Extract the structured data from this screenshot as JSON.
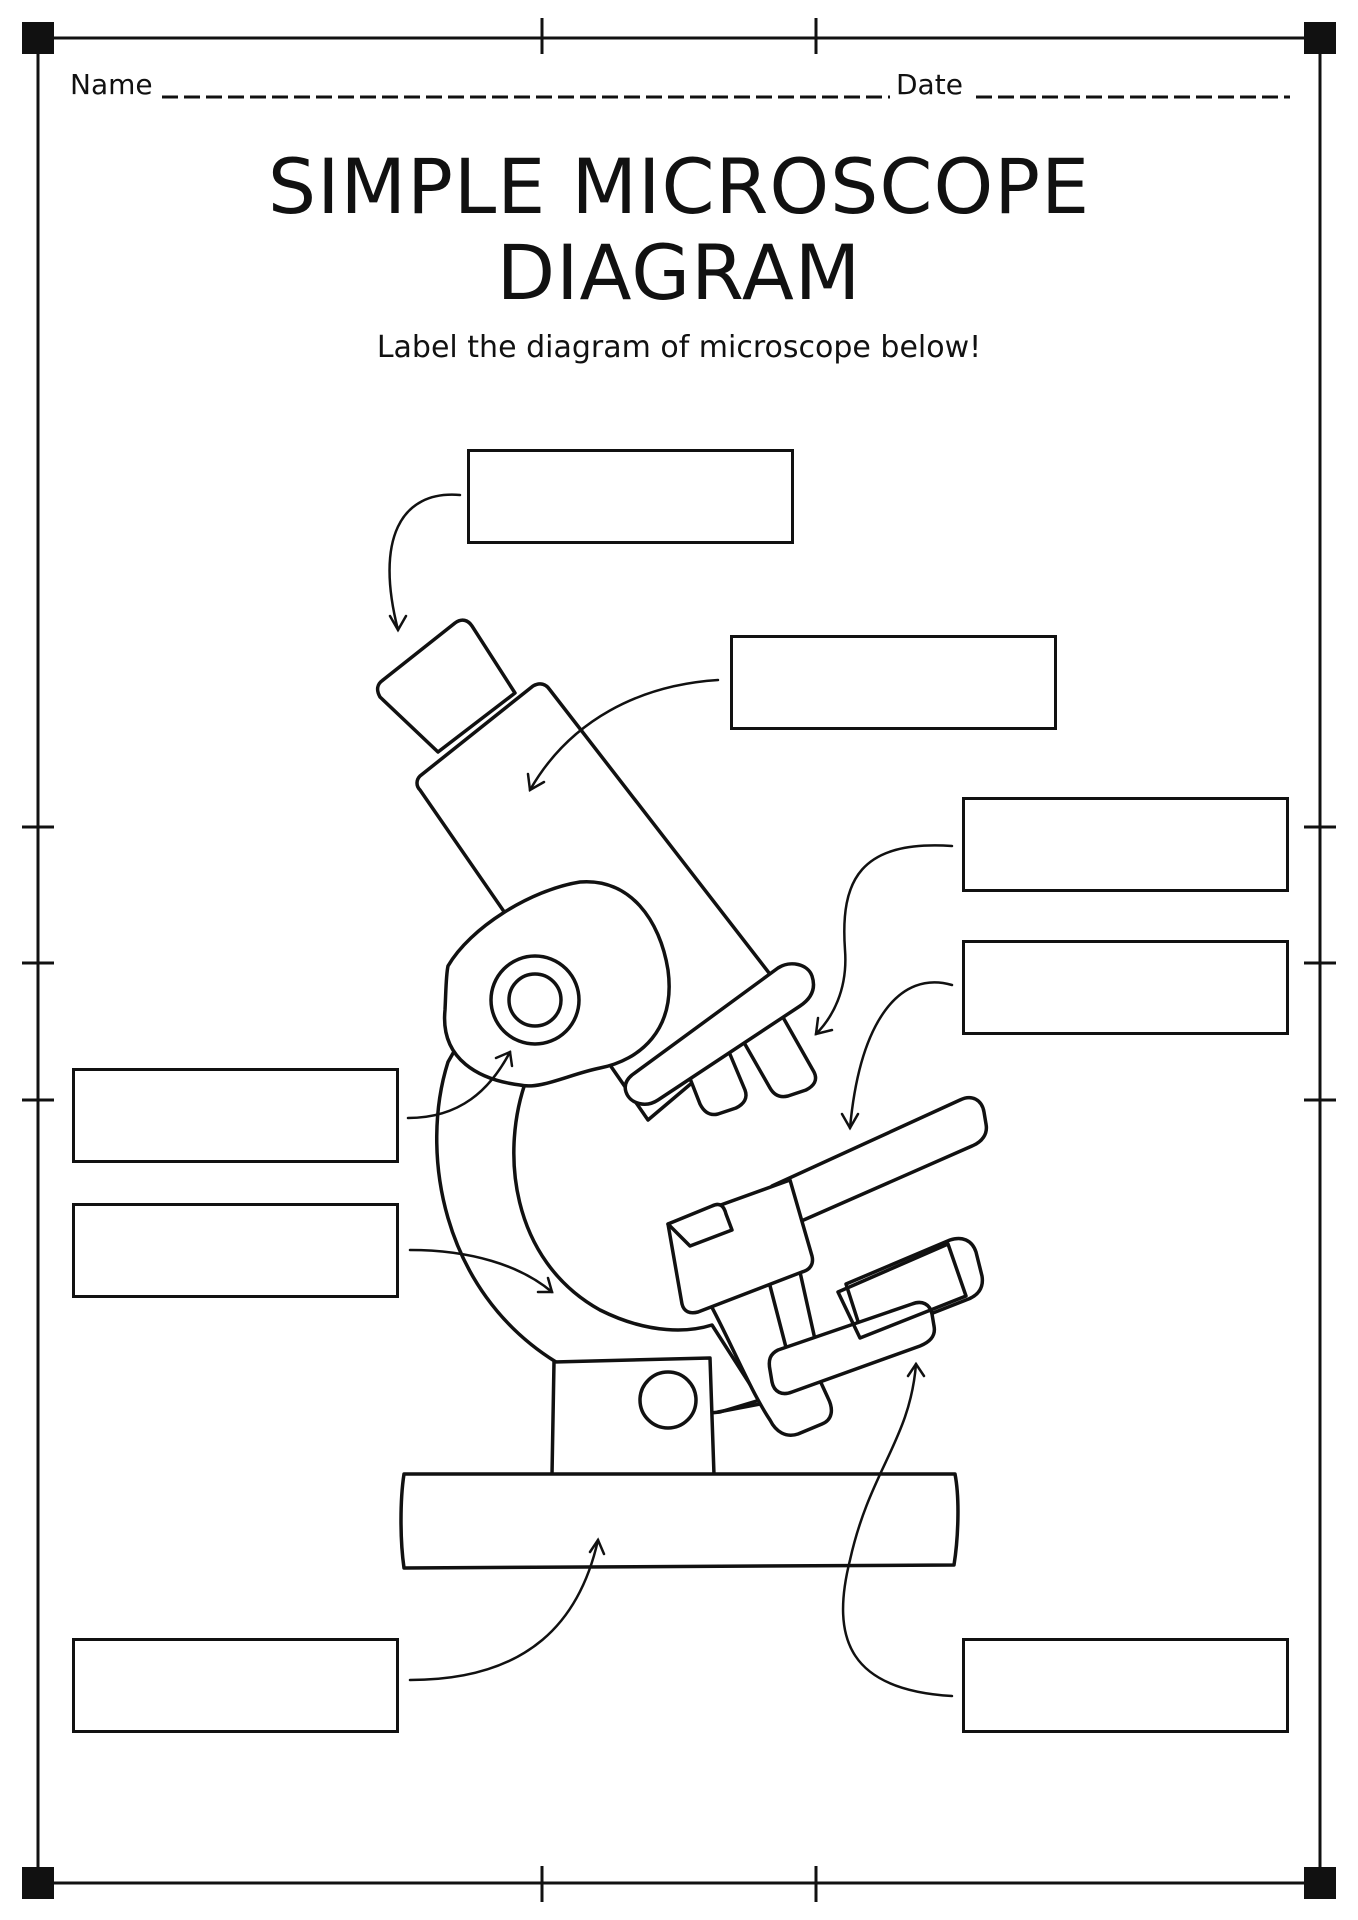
{
  "header": {
    "name_label": "Name",
    "date_label": "Date"
  },
  "title": {
    "line1": "SIMPLE MICROSCOPE",
    "line2": "DIAGRAM"
  },
  "instructions": "Label the diagram of microscope below!",
  "label_boxes": [
    "",
    "",
    "",
    "",
    "",
    "",
    "",
    "",
    ""
  ],
  "colors": {
    "ink": "#111111",
    "paper": "#ffffff"
  }
}
